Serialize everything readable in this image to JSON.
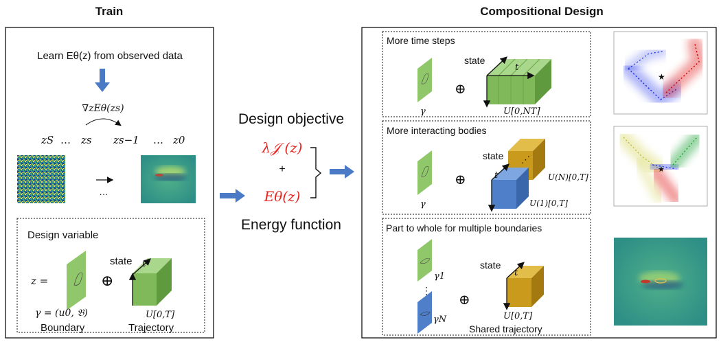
{
  "train": {
    "title": "Train",
    "learn_text": "Learn Eθ(z) from observed data",
    "gradient": "∇zEθ(zs)",
    "seq": [
      "zS",
      "…",
      "zs",
      "zs−1",
      "…",
      "z0"
    ],
    "ellipsis_between_images": "···",
    "design_variable_title": "Design variable",
    "z_eq": "z =",
    "gamma_eq": "γ = (u0, 𝔅)",
    "oplus": "⊕",
    "state_label": "state",
    "t_label": "t",
    "U_label": "U[0,T]",
    "boundary_label": "Boundary",
    "trajectory_label": "Trajectory"
  },
  "middle": {
    "design_objective": "Design objective",
    "lambda_J": "λ𝒥 (z)",
    "plus": "+",
    "energy_term": "Eθ(z)",
    "energy_function": "Energy function"
  },
  "compositional": {
    "title": "Compositional Design",
    "panels": [
      {
        "title": "More time steps",
        "gamma": "γ",
        "state": "state",
        "t": "t",
        "U": "U[0,NT]"
      },
      {
        "title": "More interacting bodies",
        "gamma": "γ",
        "state": "state",
        "t": "t",
        "U_N": "U(N)[0,T]",
        "U_1": "U(1)[0,T]",
        "dots": "⋰"
      },
      {
        "title": "Part to whole for multiple boundaries",
        "gamma1": "γ1",
        "gammaN": "γN",
        "vdots": "⋮",
        "state": "state",
        "t": "t",
        "U": "U[0,T]",
        "shared": "Shared trajectory"
      }
    ]
  },
  "colors": {
    "green_plane": "#8fc76a",
    "green_front": "#7fb95a",
    "green_top": "#a9d78b",
    "green_side": "#5f9a3e",
    "blue_front": "#4f7fc8",
    "gold_front": "#c99a1c",
    "gold_top": "#e2bd4a",
    "gold_side": "#a47a10",
    "arrow_blue": "#4a79c6",
    "red_text": "#e8231f",
    "field_bg": "#3f9f86"
  }
}
